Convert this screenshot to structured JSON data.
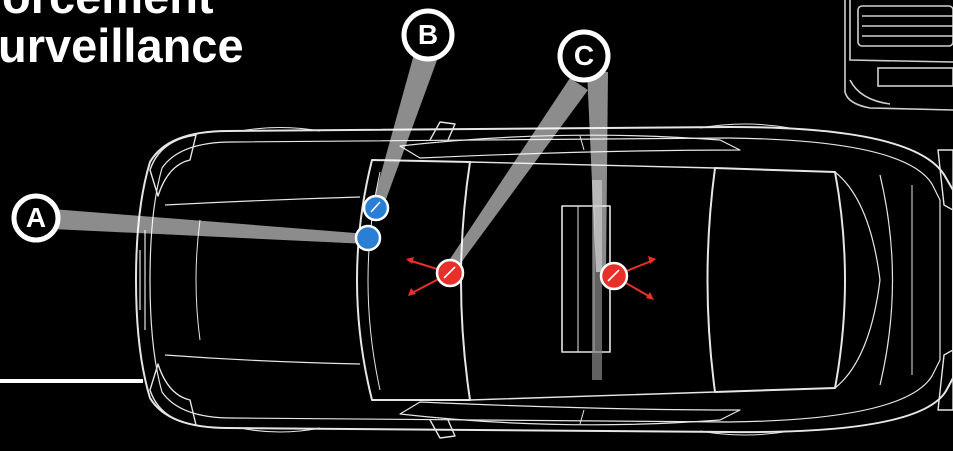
{
  "headline": {
    "line1": "orcement",
    "line2": "urveillance"
  },
  "markers": {
    "a": "A",
    "b": "B",
    "c": "C"
  },
  "colors": {
    "background": "#000000",
    "outline": "#e6e6e6",
    "camera_blue": "#2a7fd4",
    "light_red": "#e8302a",
    "beam": "#b8b8b8"
  }
}
